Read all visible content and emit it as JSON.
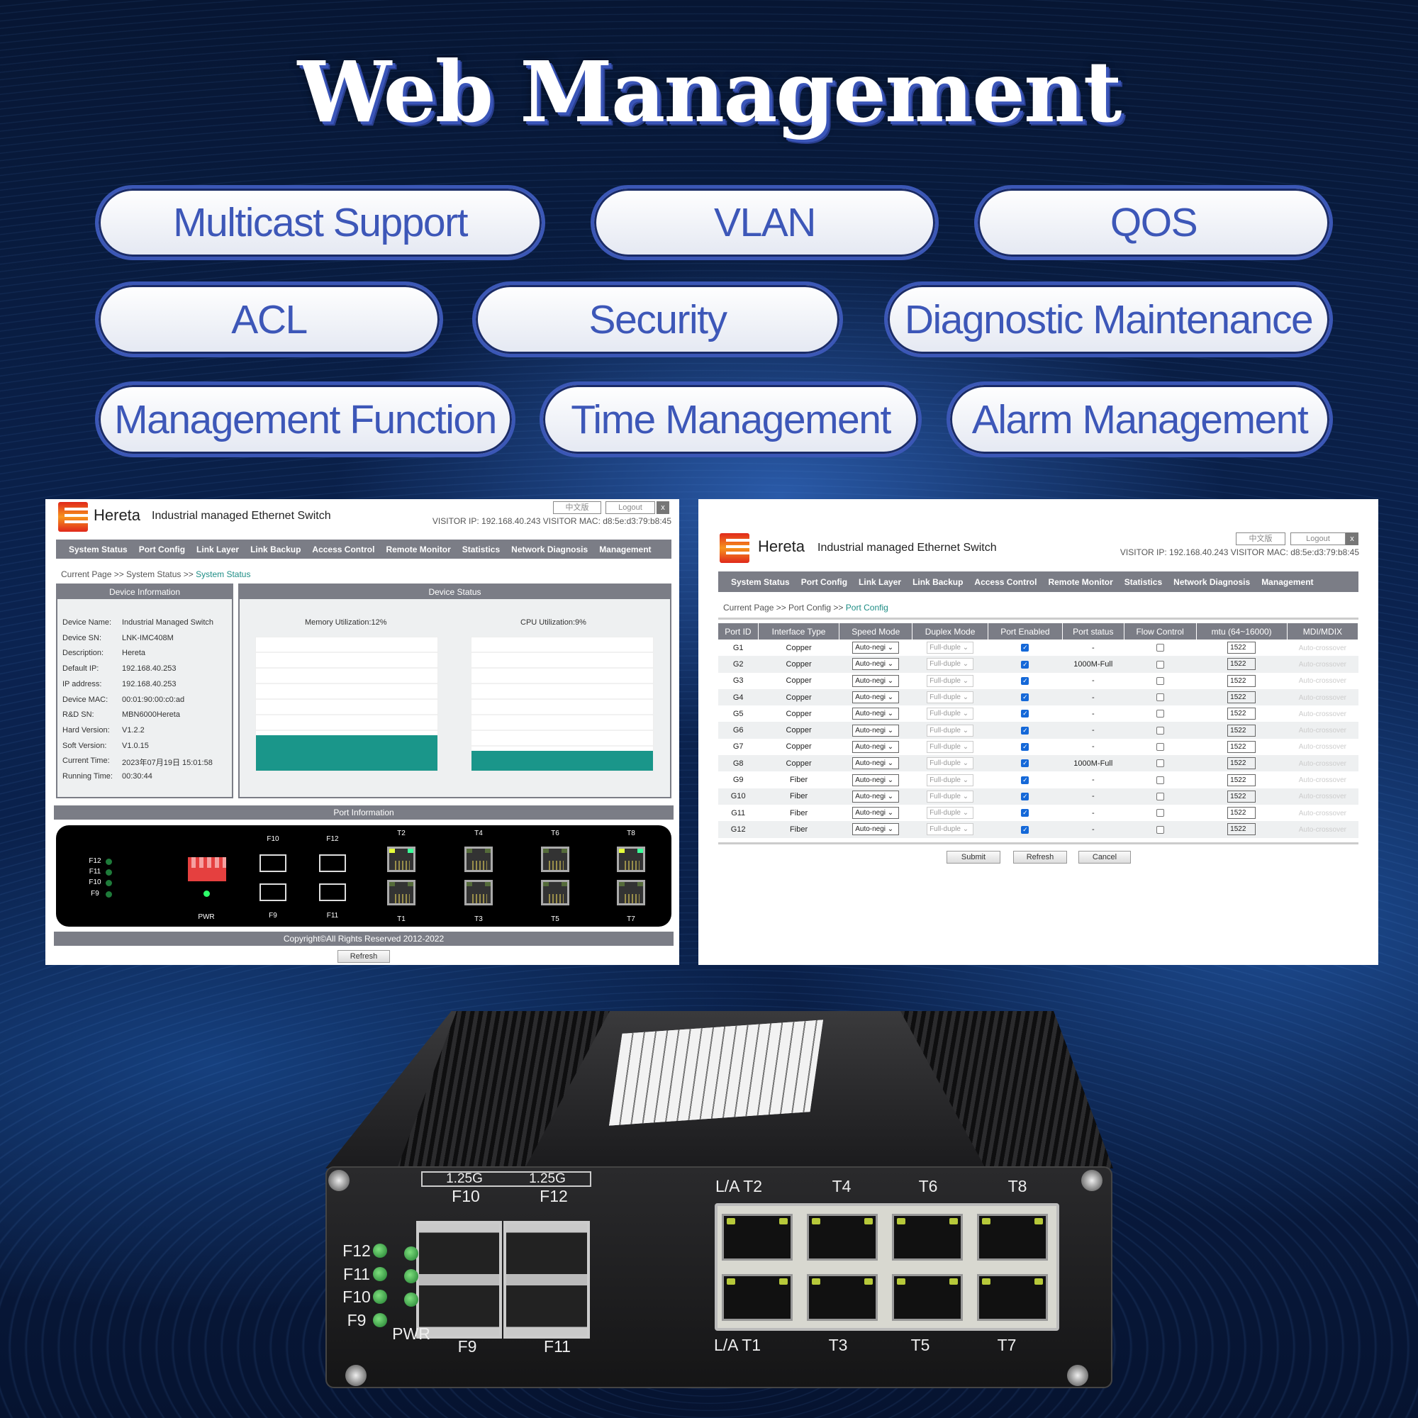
{
  "title": "Web Management",
  "features": [
    "Multicast Support",
    "VLAN",
    "QOS",
    "ACL",
    "Security",
    "Diagnostic Maintenance",
    "Management Function",
    "Time Management",
    "Alarm Management"
  ],
  "app": {
    "brand": "Hereta",
    "subtitle": "Industrial managed Ethernet Switch",
    "lang_button": "中文版",
    "logout_button": "Logout",
    "close_button": "x",
    "visitor": "VISITOR IP:  192.168.40.243  VISITOR MAC:  d8:5e:d3:79:b8:45",
    "nav": [
      "System Status",
      "Port Config",
      "Link Layer",
      "Link Backup",
      "Access Control",
      "Remote Monitor",
      "Statistics",
      "Network Diagnosis",
      "Management"
    ]
  },
  "status_page": {
    "breadcrumb_prefix": "Current Page >> System Status >> ",
    "breadcrumb_current": "System Status",
    "device_info_title": "Device Information",
    "device_status_title": "Device Status",
    "info": [
      {
        "k": "Device Name:",
        "v": "Industrial Managed Switch"
      },
      {
        "k": "Device SN:",
        "v": "LNK-IMC408M"
      },
      {
        "k": "Description:",
        "v": "Hereta"
      },
      {
        "k": "Default   IP:",
        "v": "192.168.40.253"
      },
      {
        "k": "IP address:",
        "v": "192.168.40.253"
      },
      {
        "k": "Device MAC:",
        "v": "00:01:90:00:c0:ad"
      },
      {
        "k": "R&D SN:",
        "v": "MBN6000Hereta"
      },
      {
        "k": "Hard Version:",
        "v": "V1.2.2"
      },
      {
        "k": "Soft Version:",
        "v": "V1.0.15"
      },
      {
        "k": "Current Time:",
        "v": "2023年07月19日 15:01:58"
      },
      {
        "k": "Running Time:",
        "v": "00:30:44"
      }
    ],
    "memory_label": "Memory Utilization:12%",
    "memory_pct": 12,
    "cpu_label": "CPU Utilization:9%",
    "cpu_pct": 9,
    "port_info_title": "Port Information",
    "leds": [
      "F12",
      "F11",
      "F10",
      "F9"
    ],
    "pwr": "PWR",
    "sfp_top": [
      "F10",
      "F12"
    ],
    "sfp_bottom": [
      "F9",
      "F11"
    ],
    "rj_top": [
      "T2",
      "T4",
      "T6",
      "T8"
    ],
    "rj_bottom": [
      "T1",
      "T3",
      "T5",
      "T7"
    ],
    "copyright": "Copyright©All Rights Reserved 2012-2022",
    "refresh_button": "Refresh"
  },
  "port_page": {
    "breadcrumb_prefix": "Current Page >> Port Config >> ",
    "breadcrumb_current": "Port Config",
    "columns": [
      "Port ID",
      "Interface Type",
      "Speed Mode",
      "Duplex Mode",
      "Port Enabled",
      "Port status",
      "Flow Control",
      "mtu (64~16000)",
      "MDI/MDIX"
    ],
    "rows": [
      {
        "id": "G1",
        "type": "Copper",
        "speed": "Auto-negi",
        "duplex": "Full-duple",
        "enabled": true,
        "status": "-",
        "flow": false,
        "mtu": "1522",
        "mdi": "Auto-crossover"
      },
      {
        "id": "G2",
        "type": "Copper",
        "speed": "Auto-negi",
        "duplex": "Full-duple",
        "enabled": true,
        "status": "1000M-Full",
        "flow": false,
        "mtu": "1522",
        "mdi": "Auto-crossover"
      },
      {
        "id": "G3",
        "type": "Copper",
        "speed": "Auto-negi",
        "duplex": "Full-duple",
        "enabled": true,
        "status": "-",
        "flow": false,
        "mtu": "1522",
        "mdi": "Auto-crossover"
      },
      {
        "id": "G4",
        "type": "Copper",
        "speed": "Auto-negi",
        "duplex": "Full-duple",
        "enabled": true,
        "status": "-",
        "flow": false,
        "mtu": "1522",
        "mdi": "Auto-crossover"
      },
      {
        "id": "G5",
        "type": "Copper",
        "speed": "Auto-negi",
        "duplex": "Full-duple",
        "enabled": true,
        "status": "-",
        "flow": false,
        "mtu": "1522",
        "mdi": "Auto-crossover"
      },
      {
        "id": "G6",
        "type": "Copper",
        "speed": "Auto-negi",
        "duplex": "Full-duple",
        "enabled": true,
        "status": "-",
        "flow": false,
        "mtu": "1522",
        "mdi": "Auto-crossover"
      },
      {
        "id": "G7",
        "type": "Copper",
        "speed": "Auto-negi",
        "duplex": "Full-duple",
        "enabled": true,
        "status": "-",
        "flow": false,
        "mtu": "1522",
        "mdi": "Auto-crossover"
      },
      {
        "id": "G8",
        "type": "Copper",
        "speed": "Auto-negi",
        "duplex": "Full-duple",
        "enabled": true,
        "status": "1000M-Full",
        "flow": false,
        "mtu": "1522",
        "mdi": "Auto-crossover"
      },
      {
        "id": "G9",
        "type": "Fiber",
        "speed": "Auto-negi",
        "duplex": "Full-duple",
        "enabled": true,
        "status": "-",
        "flow": false,
        "mtu": "1522",
        "mdi": "Auto-crossover"
      },
      {
        "id": "G10",
        "type": "Fiber",
        "speed": "Auto-negi",
        "duplex": "Full-duple",
        "enabled": true,
        "status": "-",
        "flow": false,
        "mtu": "1522",
        "mdi": "Auto-crossover"
      },
      {
        "id": "G11",
        "type": "Fiber",
        "speed": "Auto-negi",
        "duplex": "Full-duple",
        "enabled": true,
        "status": "-",
        "flow": false,
        "mtu": "1522",
        "mdi": "Auto-crossover"
      },
      {
        "id": "G12",
        "type": "Fiber",
        "speed": "Auto-negi",
        "duplex": "Full-duple",
        "enabled": true,
        "status": "-",
        "flow": false,
        "mtu": "1522",
        "mdi": "Auto-crossover"
      }
    ],
    "submit_button": "Submit",
    "refresh_button": "Refresh",
    "cancel_button": "Cancel"
  },
  "device": {
    "speed_label": "1.25G",
    "sfp_top": [
      "F10",
      "F12"
    ],
    "sfp_bottom": [
      "F9",
      "F11"
    ],
    "leds": [
      "F12",
      "F11",
      "F10",
      "F9"
    ],
    "pwr": "PWR",
    "rj_top": [
      "L/A T2",
      "T4",
      "T6",
      "T8"
    ],
    "rj_bottom": [
      "L/A T1",
      "T3",
      "T5",
      "T7"
    ]
  },
  "colors": {
    "pill_text": "#3d57b8",
    "nav_bg": "#7b7d86",
    "bar": "#1a968a",
    "link": "#1e8d85"
  }
}
